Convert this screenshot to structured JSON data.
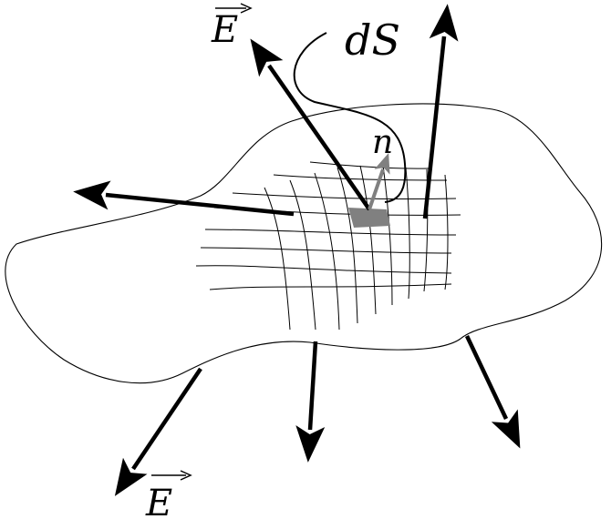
{
  "labels": {
    "e_top": "E",
    "ds": "dS",
    "n": "n",
    "e_bottom": "E"
  },
  "colors": {
    "ink": "#000000",
    "normal_vector": "#808080",
    "surface_patch": "#808080",
    "background": "#ffffff"
  }
}
